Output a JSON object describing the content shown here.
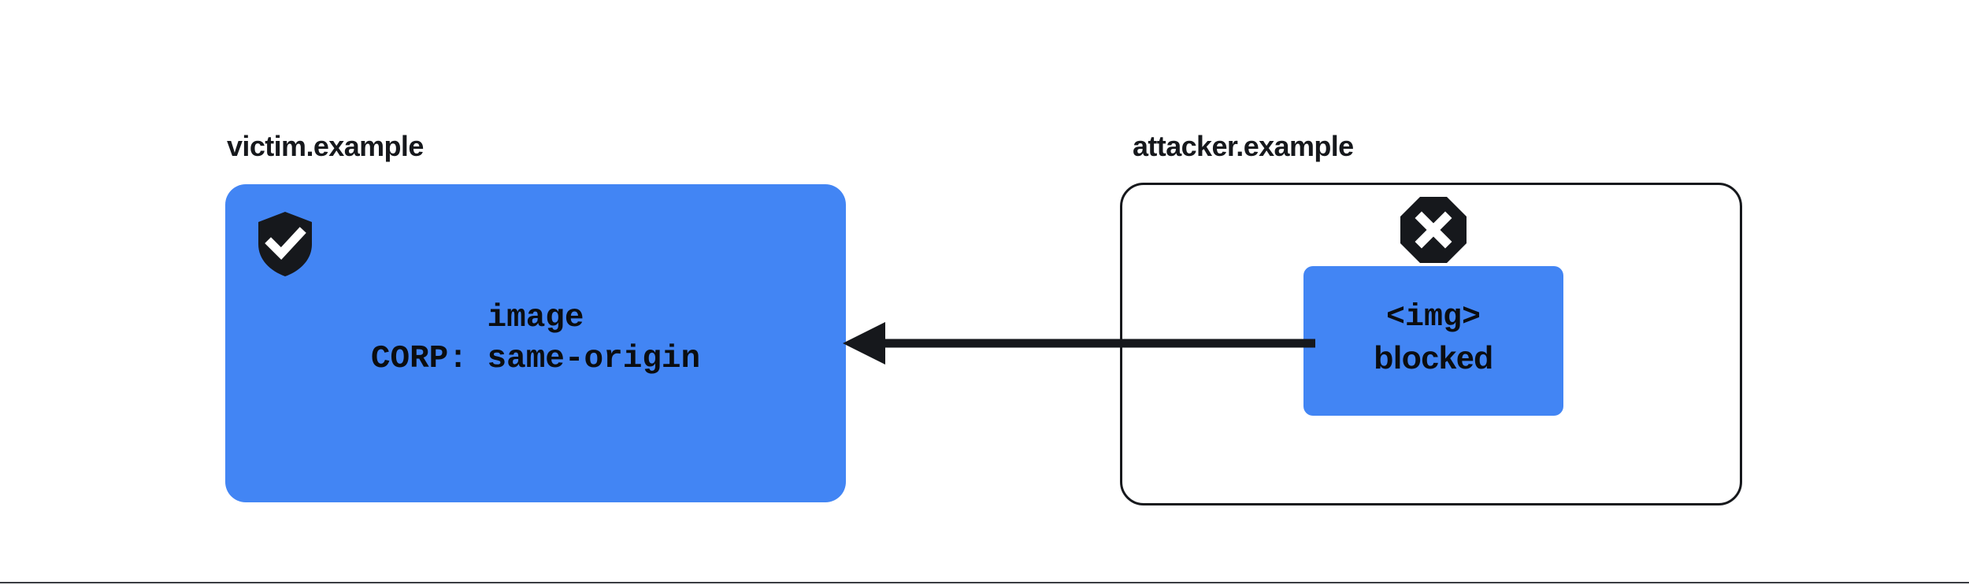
{
  "diagram": {
    "type": "security-boundary-diagram",
    "topic": "Cross-Origin-Resource-Policy blocks cross-origin embedding",
    "colors": {
      "resource_blue": "#4285f4",
      "ink": "#16181c",
      "text_on_blue": "#0b0d10",
      "panel_outline": "#16181c",
      "rule": "#3a3d42",
      "background": "#ffffff"
    }
  },
  "origins": [
    {
      "id": "victim",
      "label": "victim.example",
      "panel_style": "filled",
      "badge_icon": "shield-check-icon",
      "resource": {
        "lines": [
          "image",
          "CORP: same-origin"
        ],
        "name": "image",
        "header": "CORP: same-origin"
      }
    },
    {
      "id": "attacker",
      "label": "attacker.example",
      "panel_style": "outlined",
      "badge_icon": "blocked-octagon-x-icon",
      "resource": {
        "lines": [
          "<img>",
          "blocked"
        ],
        "tag": "<img>",
        "state": "blocked"
      }
    }
  ],
  "arrow": {
    "name": "blocked-request-arrow",
    "direction": "right-to-left",
    "from": "attacker.example <img>",
    "to": "victim.example image",
    "label": ""
  },
  "icons": {
    "shield": "shield-check-icon",
    "blocked": "blocked-octagon-x-icon"
  }
}
